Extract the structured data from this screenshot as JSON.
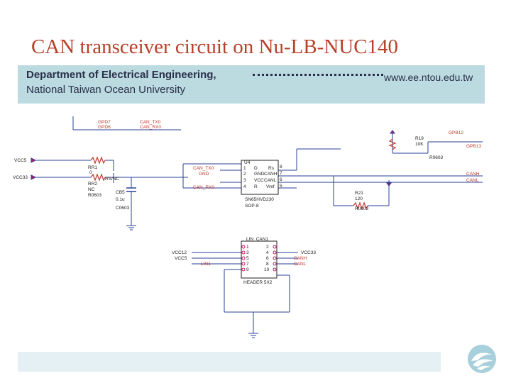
{
  "header": {
    "title": "CAN transceiver circuit on Nu-LB-NUC140",
    "department": "Department of Electrical Engineering,",
    "university": "National Taiwan Ocean University",
    "website": "www.ee.ntou.edu.tw"
  },
  "schematic": {
    "top_nets": [
      "GPD7",
      "GPD6",
      "CAN_TX0",
      "CAN_RX0"
    ],
    "left_nets": [
      "VCC5",
      "VCC33"
    ],
    "rr1": {
      "ref": "RR1",
      "value": "0"
    },
    "rr2": {
      "ref": "RR2",
      "value": "NC",
      "pkg": "R0603",
      "net": "RS/NC"
    },
    "cb5": {
      "ref": "CB5",
      "value": "0.1u",
      "pkg": "C0603"
    },
    "u4": {
      "ref": "U4",
      "part": "SN65HVD230",
      "pkg": "SOP-8",
      "left_nets": [
        "CAN_TX0",
        "GND",
        "CAN_RX0"
      ],
      "left_pins": [
        "1",
        "2",
        "3",
        "4"
      ],
      "left_labels": [
        "D",
        "GND",
        "VCC",
        "R"
      ],
      "right_labels": [
        "Rs",
        "CANH",
        "CANL",
        "Vref"
      ],
      "right_pins": [
        "8",
        "7",
        "6",
        "5"
      ]
    },
    "r19": {
      "ref": "R19",
      "value": "10K",
      "pkg": "R0603"
    },
    "gpb_nets": [
      "GPB12",
      "GPB13"
    ],
    "can_nets": [
      "CANH",
      "CANL"
    ],
    "r21": {
      "ref": "R21",
      "value": "120",
      "pkg": "R0603"
    },
    "header": {
      "title": "LIN_CAN1",
      "part": "HEADER 5X2",
      "left_nets": [
        "VCC12",
        "VCC5",
        "LIN1"
      ],
      "right_nets": [
        "VCC33",
        "CANH",
        "CANL"
      ],
      "odd_pins": [
        "1",
        "3",
        "5",
        "7",
        "9"
      ],
      "even_pins": [
        "2",
        "4",
        "6",
        "8",
        "10"
      ]
    }
  },
  "colors": {
    "title": "#b8402a",
    "banner": "#bcdbe1",
    "text": "#2a2f4a",
    "net_label": "#c0392b",
    "wire": "#2a3f9a",
    "resistor": "#c0392b"
  },
  "logo": {
    "icon": "ntou-wave-logo"
  }
}
